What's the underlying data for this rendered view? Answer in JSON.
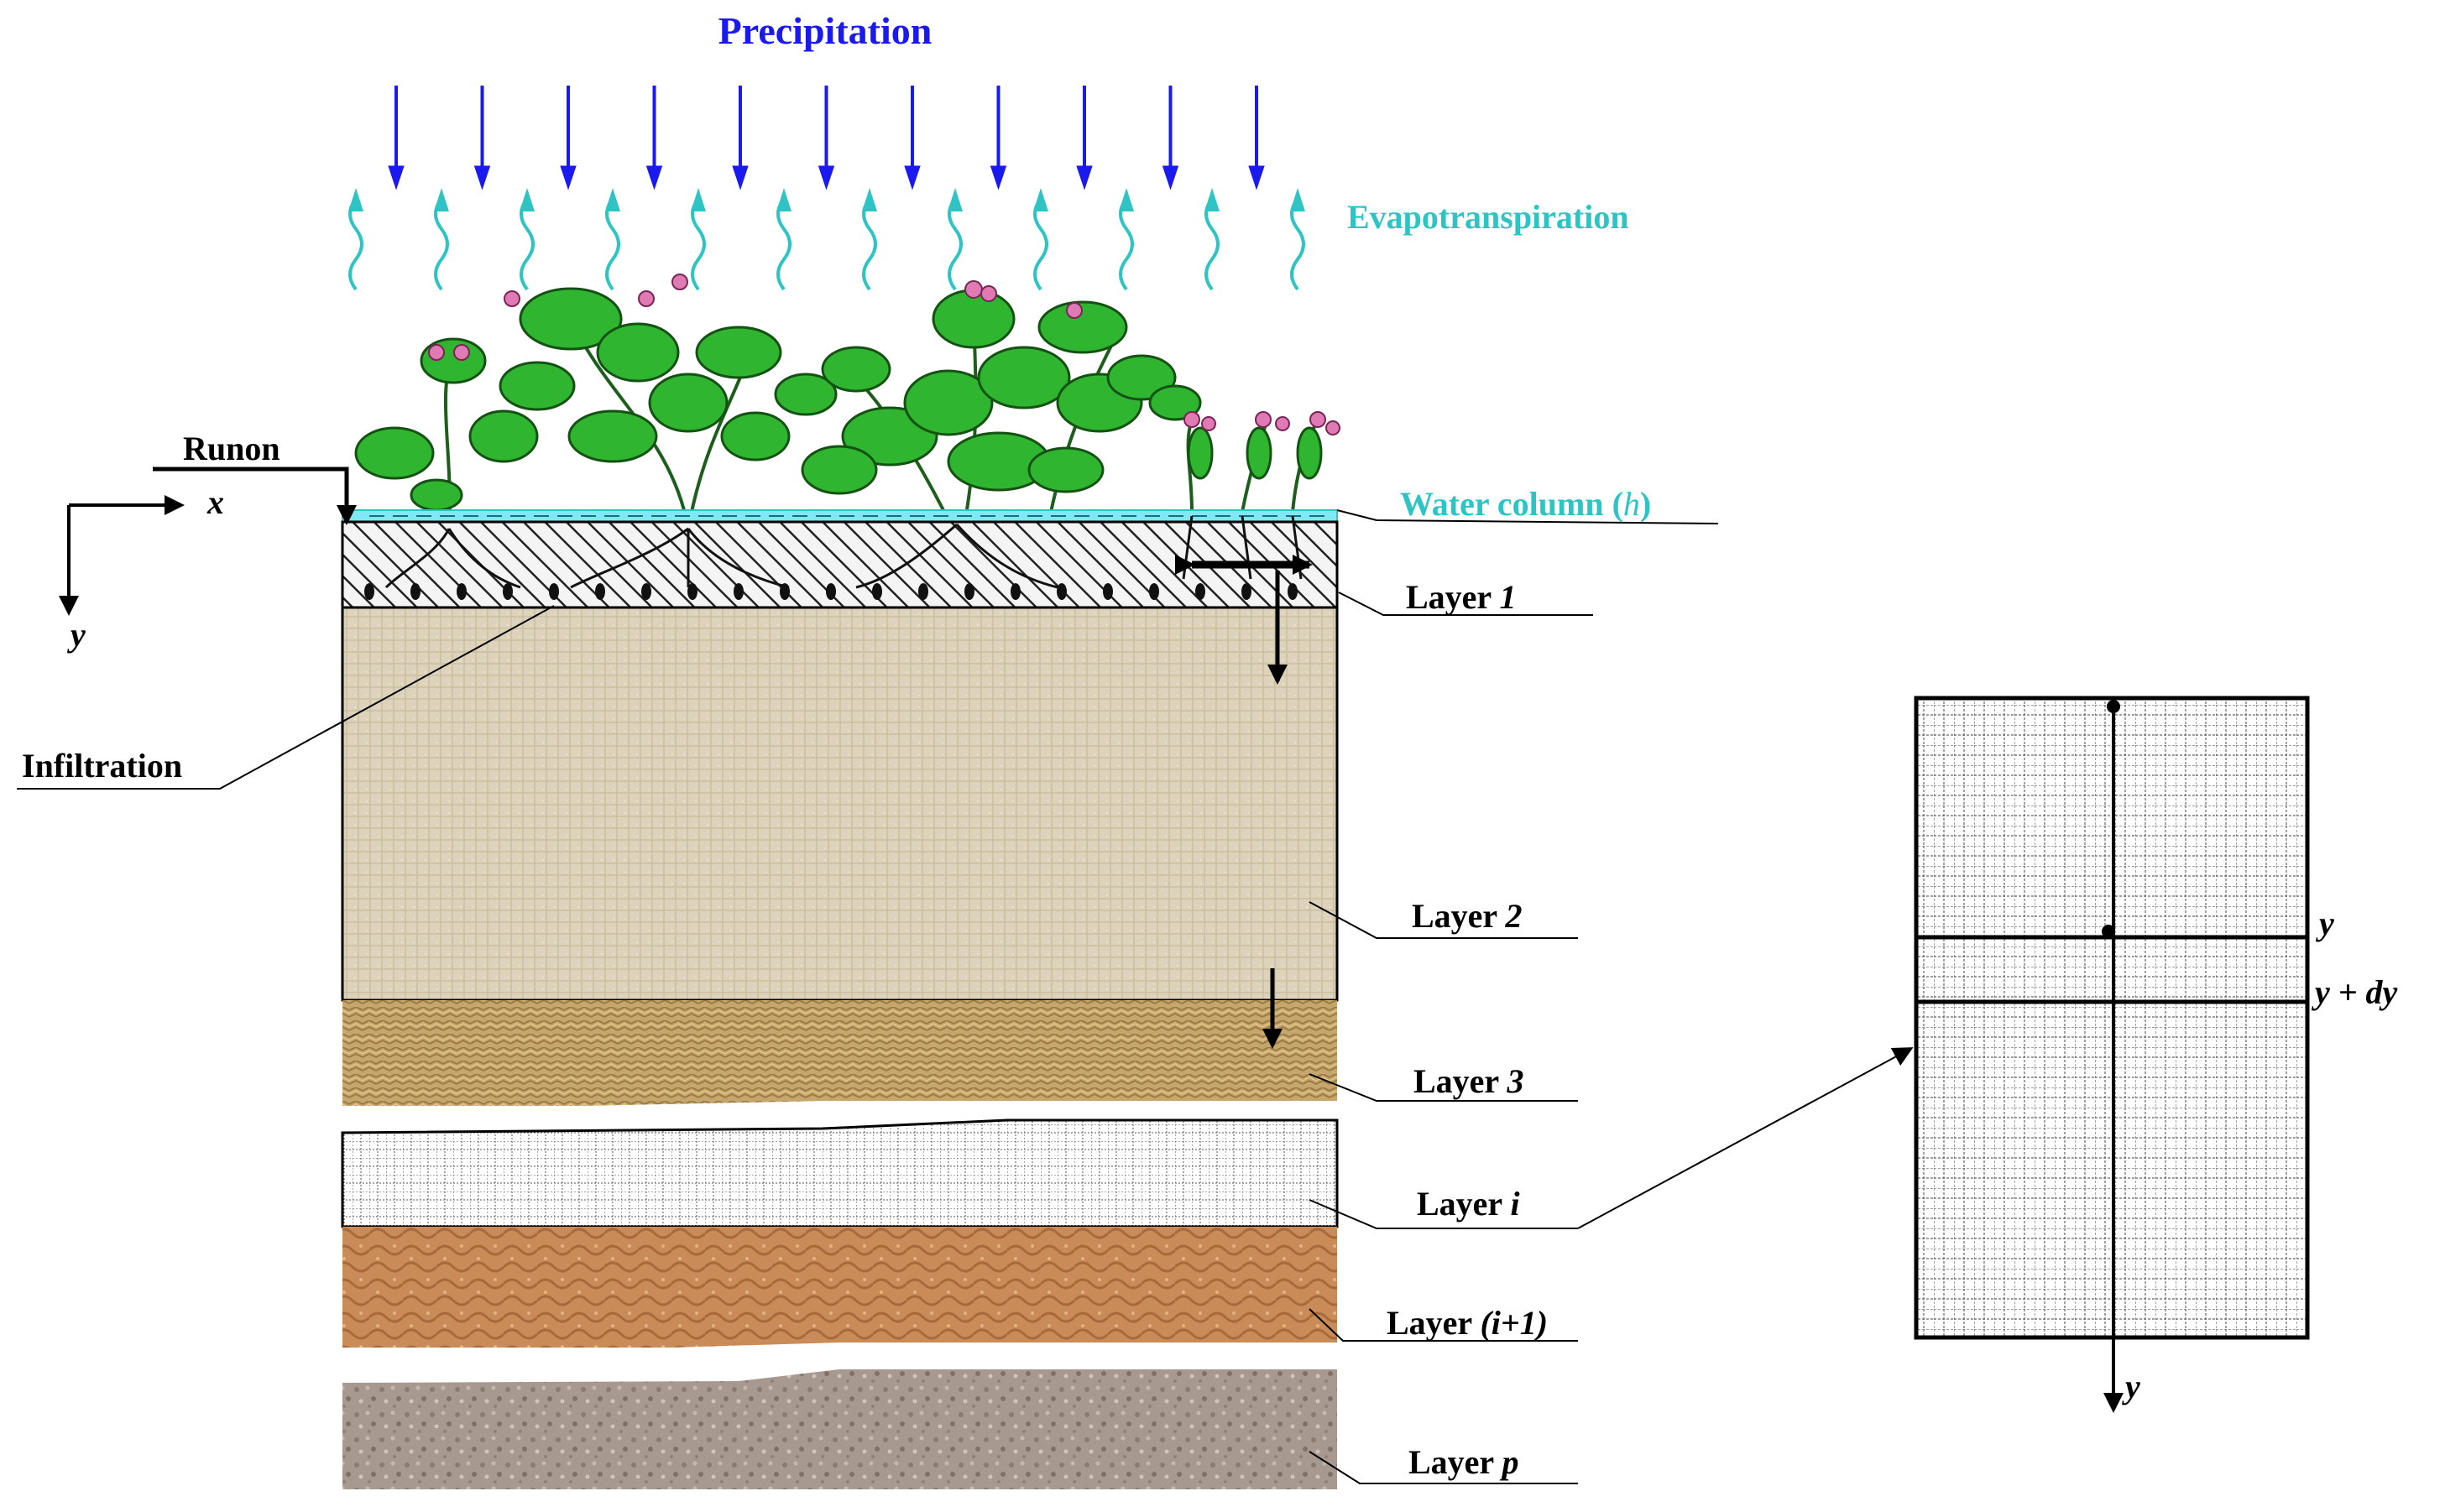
{
  "colors": {
    "precipitation": "#1a1aee",
    "evapotranspiration": "#2ec4c4",
    "water": "#7fe8f2",
    "layer1_hatch": "#222222",
    "layer2": "#ddd2bb",
    "layer3": "#c4a56a",
    "layer_i": "#ffffff",
    "layer_i1": "#c98c58",
    "layer_p": "#a99a90",
    "plant_green": "#2fb52f",
    "flower_pink": "#e07ab4"
  },
  "labels": {
    "precipitation": "Precipitation",
    "evapotranspiration": "Evapotranspiration",
    "runon": "Runon",
    "axis_x": "x",
    "axis_y": "y",
    "infiltration": "Infiltration",
    "water_column": "Water column (",
    "water_column_var": "h",
    "water_column_close": ")",
    "layer1_word": "Layer",
    "layer1_idx": "1",
    "layer2_word": "Layer",
    "layer2_idx": "2",
    "layer3_word": "Layer",
    "layer3_idx": "3",
    "layeri_word": "Layer",
    "layeri_idx": "i",
    "layeri1_word": "Layer",
    "layeri1_idx": "(i+1)",
    "layerp_word": "Layer",
    "layerp_idx": "p",
    "element_y": "y",
    "element_ydy": "y + dy",
    "element_axis_y": "y"
  },
  "icons": {
    "precipitation": "down-arrow-icon",
    "evapotranspiration": "wavy-up-arrow-icon",
    "vegetation": "plant-icon"
  }
}
